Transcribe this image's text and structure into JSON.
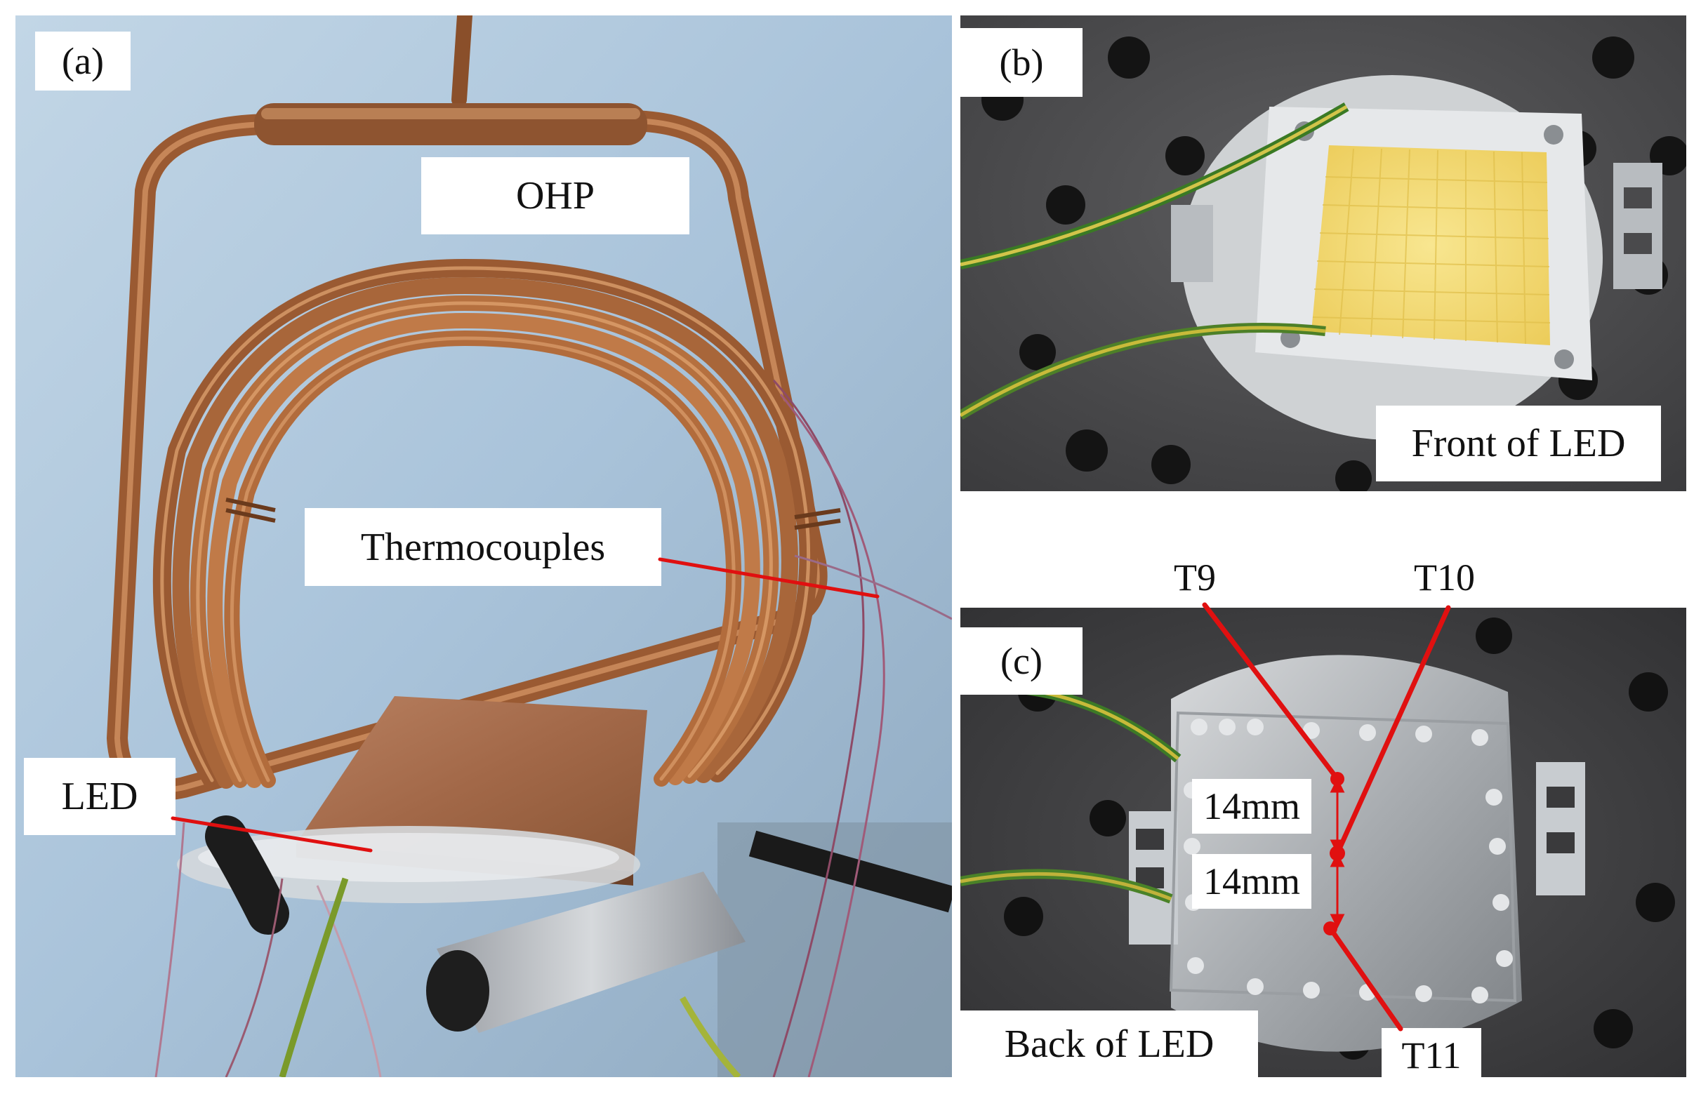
{
  "figure": {
    "panel_a": {
      "tag": "(a)",
      "labels": {
        "ohp": "OHP",
        "thermocouples": "Thermocouples",
        "led": "LED"
      }
    },
    "panel_b": {
      "tag": "(b)",
      "caption": "Front of LED"
    },
    "panel_c": {
      "tag": "(c)",
      "caption": "Back of LED",
      "dimension_1": "14mm",
      "dimension_2": "14mm"
    },
    "probes": {
      "t9": "T9",
      "t10": "T10",
      "t11": "T11"
    }
  },
  "colors": {
    "copper": "#b06a3a",
    "copper_highlight": "#e0a070",
    "background_wall": "#a8c4dc",
    "plate_metal": "#4a4a4c",
    "led_die": "#f2d66a",
    "wire_green": "#5a8a2a",
    "wire_yellow": "#c8b83a",
    "aluminum": "#c8ccd0",
    "leader_red": "#e01010"
  }
}
